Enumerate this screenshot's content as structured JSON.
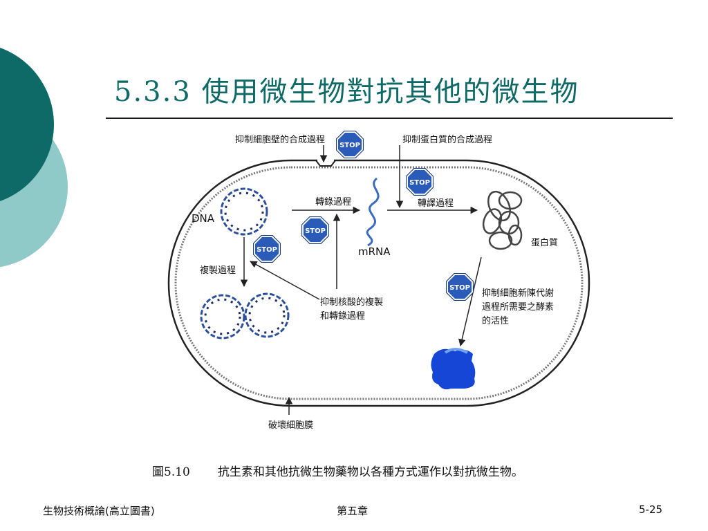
{
  "slide": {
    "title": "5.3.3  使用微生物對抗其他的微生物",
    "caption_label": "圖5.10",
    "caption_text": "抗生素和其他抗微生物藥物以各種方式運作以對抗微生物。",
    "footer_left": "生物技術概論(高立圖書)",
    "footer_center": "第五章",
    "footer_right": "5-25"
  },
  "diagram": {
    "stop_sign": "STOP",
    "labels": {
      "cell_wall": "抑制細胞壁的合成過程",
      "protein_synthesis": "抑制蛋白質的合成過程",
      "transcription": "轉錄過程",
      "translation": "轉譯過程",
      "dna": "DNA",
      "mrna": "mRNA",
      "protein": "蛋白質",
      "replication": "複製過程",
      "nucleic_line1": "抑制核酸的複製",
      "nucleic_line2": "和轉錄過程",
      "metabolism_line1": "抑制細胞新陳代謝",
      "metabolism_line2": "過程所需要之酵素",
      "metabolism_line3": "的活性",
      "membrane": "破壞細胞膜"
    },
    "colors": {
      "stop_fill": "#2b5bb8",
      "dna_blue": "#2c4f9c",
      "enzyme_blue": "#1646d6",
      "teal_dark": "#0e6a66",
      "teal_light": "#8fc9c8"
    }
  }
}
